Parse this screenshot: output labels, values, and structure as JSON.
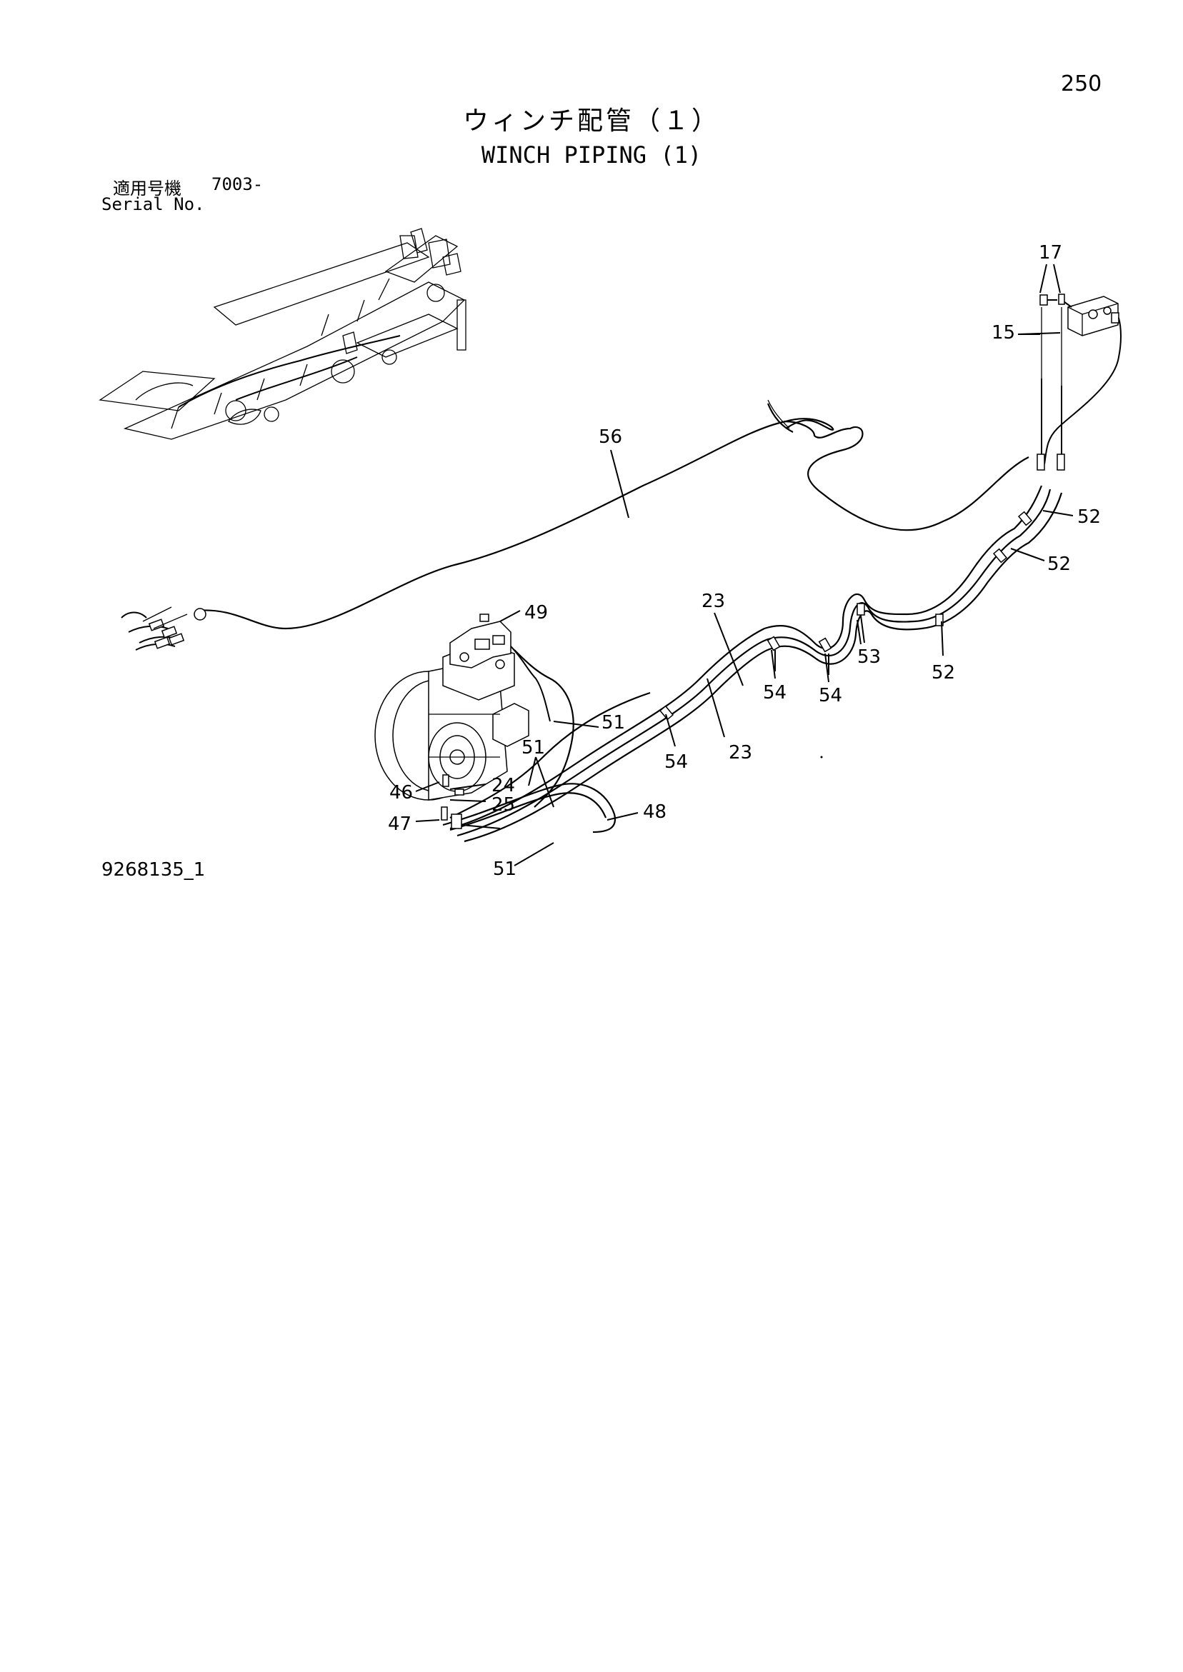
{
  "header": {
    "page_number": "250",
    "title_jp": "ウィンチ配管（１）",
    "title_en": "WINCH PIPING (1)"
  },
  "serial": {
    "label_jp": "適用号機",
    "value": "7003-",
    "label_en": "Serial No."
  },
  "footer": {
    "drawing_number": "9268135_1"
  },
  "callouts": {
    "c17": "17",
    "c15": "15",
    "c56": "56",
    "c52a": "52",
    "c52b": "52",
    "c52c": "52",
    "c23a": "23",
    "c23b": "23",
    "c49": "49",
    "c53": "53",
    "c54a": "54",
    "c54b": "54",
    "c54c": "54",
    "c51a": "51",
    "c51b": "51",
    "c51c": "51",
    "c46": "46",
    "c24": "24",
    "c25": "25",
    "c47": "47",
    "c48": "48"
  }
}
